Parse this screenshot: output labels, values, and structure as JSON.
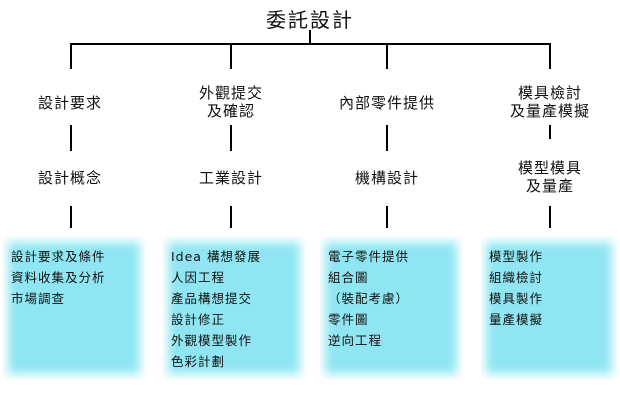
{
  "title": "委託設計",
  "columns": [
    {
      "header": [
        "設計要求"
      ],
      "sub": [
        "設計概念"
      ],
      "items": [
        "設計要求及條件",
        "資料收集及分析",
        "市場調查"
      ]
    },
    {
      "header": [
        "外觀提交",
        "及確認"
      ],
      "sub": [
        "工業設計"
      ],
      "items": [
        "Idea 構想發展",
        "人因工程",
        "產品構想提交",
        "設計修正",
        "外觀模型製作",
        "色彩計劃"
      ]
    },
    {
      "header": [
        "內部零件提供"
      ],
      "sub": [
        "機構設計"
      ],
      "items": [
        "電子零件提供",
        "組合圖",
        "（裝配考慮）",
        "零件圖",
        "逆向工程"
      ]
    },
    {
      "header": [
        "模具檢討",
        "及量產模擬"
      ],
      "sub": [
        "模型模具",
        "及量產"
      ],
      "items": [
        "模型製作",
        "組織檢討",
        "模具製作",
        "量產模擬"
      ]
    }
  ],
  "colors": {
    "line": "#000000",
    "box_fill": "#8fe6f2",
    "text": "#111111"
  }
}
